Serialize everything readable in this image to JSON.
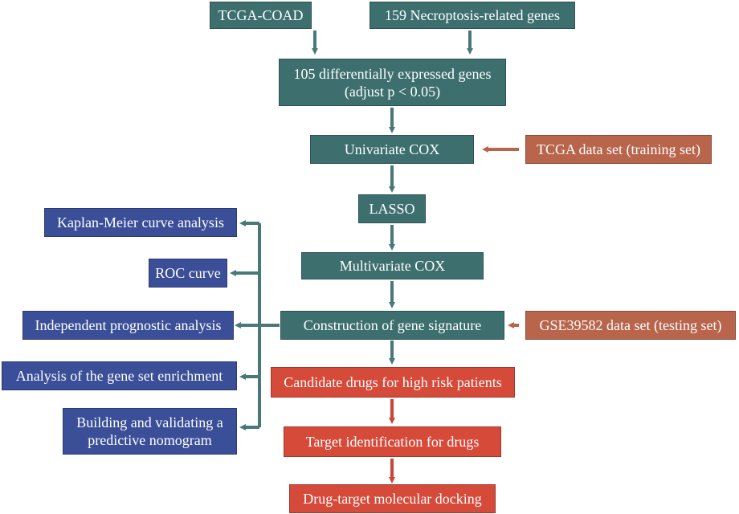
{
  "colors": {
    "teal": "#3e6f6f",
    "orange": "#b8654c",
    "blue": "#3b4f99",
    "red": "#d64a3a",
    "arrow_teal": "#4a7878",
    "arrow_orange": "#b8654c",
    "arrow_red": "#c9463a"
  },
  "main_flow": {
    "tcga_coad": "TCGA-COAD",
    "necroptosis_genes": "159 Necroptosis-related genes",
    "deg_line1": "105 differentially expressed genes",
    "deg_line2": "(adjust p < 0.05)",
    "univariate_cox": "Univariate COX",
    "lasso": "LASSO",
    "multivariate_cox": "Multivariate COX",
    "gene_signature": "Construction of gene signature"
  },
  "datasets": {
    "training": "TCGA data set (training set)",
    "testing": "GSE39582 data set (testing set)"
  },
  "analyses": {
    "kaplan_meier": "Kaplan-Meier curve analysis",
    "roc": "ROC curve",
    "independent_prognostic": "Independent prognostic analysis",
    "gsea": "Analysis of the gene set enrichment",
    "nomogram_line1": "Building and validating a",
    "nomogram_line2": "predictive nomogram"
  },
  "drug_flow": {
    "candidate_drugs": "Candidate drugs for high risk patients",
    "target_identification": "Target identification for drugs",
    "docking": "Drug-target molecular docking"
  }
}
